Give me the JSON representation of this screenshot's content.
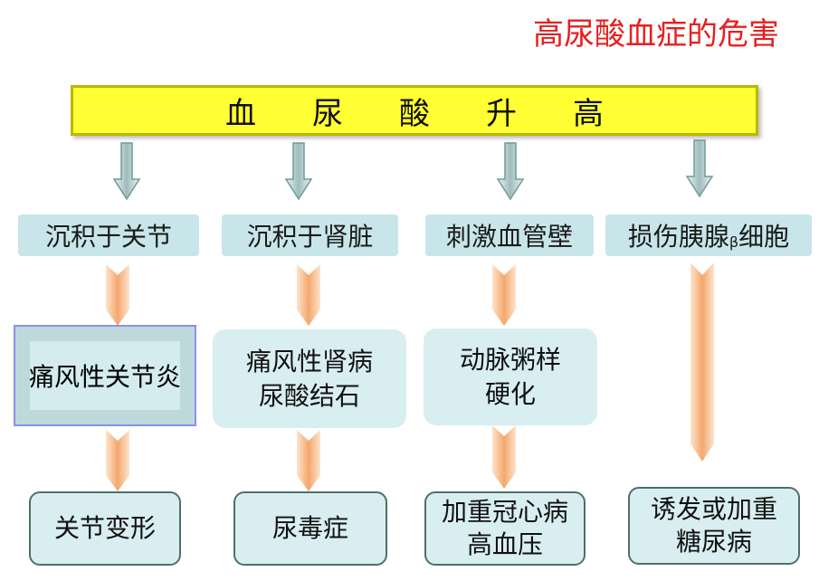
{
  "title": "高尿酸血症的危害",
  "banner": "血尿酸升高",
  "columns": [
    {
      "cause": "沉积于关节",
      "disease": "痛风性关节炎",
      "result": "关节变形"
    },
    {
      "cause": "沉积于肾脏",
      "disease_lines": [
        "痛风性肾病",
        "尿酸结石"
      ],
      "result": "尿毒症"
    },
    {
      "cause": "刺激血管壁",
      "disease_lines": [
        "动脉粥样",
        "硬化"
      ],
      "result_lines": [
        "加重冠心病",
        "高血压"
      ]
    },
    {
      "cause_main": "损伤胰腺",
      "cause_sub": "β",
      "cause_tail": "细胞",
      "result_lines": [
        "诱发或加重",
        "糖尿病"
      ]
    }
  ],
  "colors": {
    "title": "#e5201f",
    "banner": "#ffff33",
    "box_fill": "#d9eef0",
    "arrow_grey": "#a9c4c4",
    "arrow_orange": "#f7b98a"
  }
}
